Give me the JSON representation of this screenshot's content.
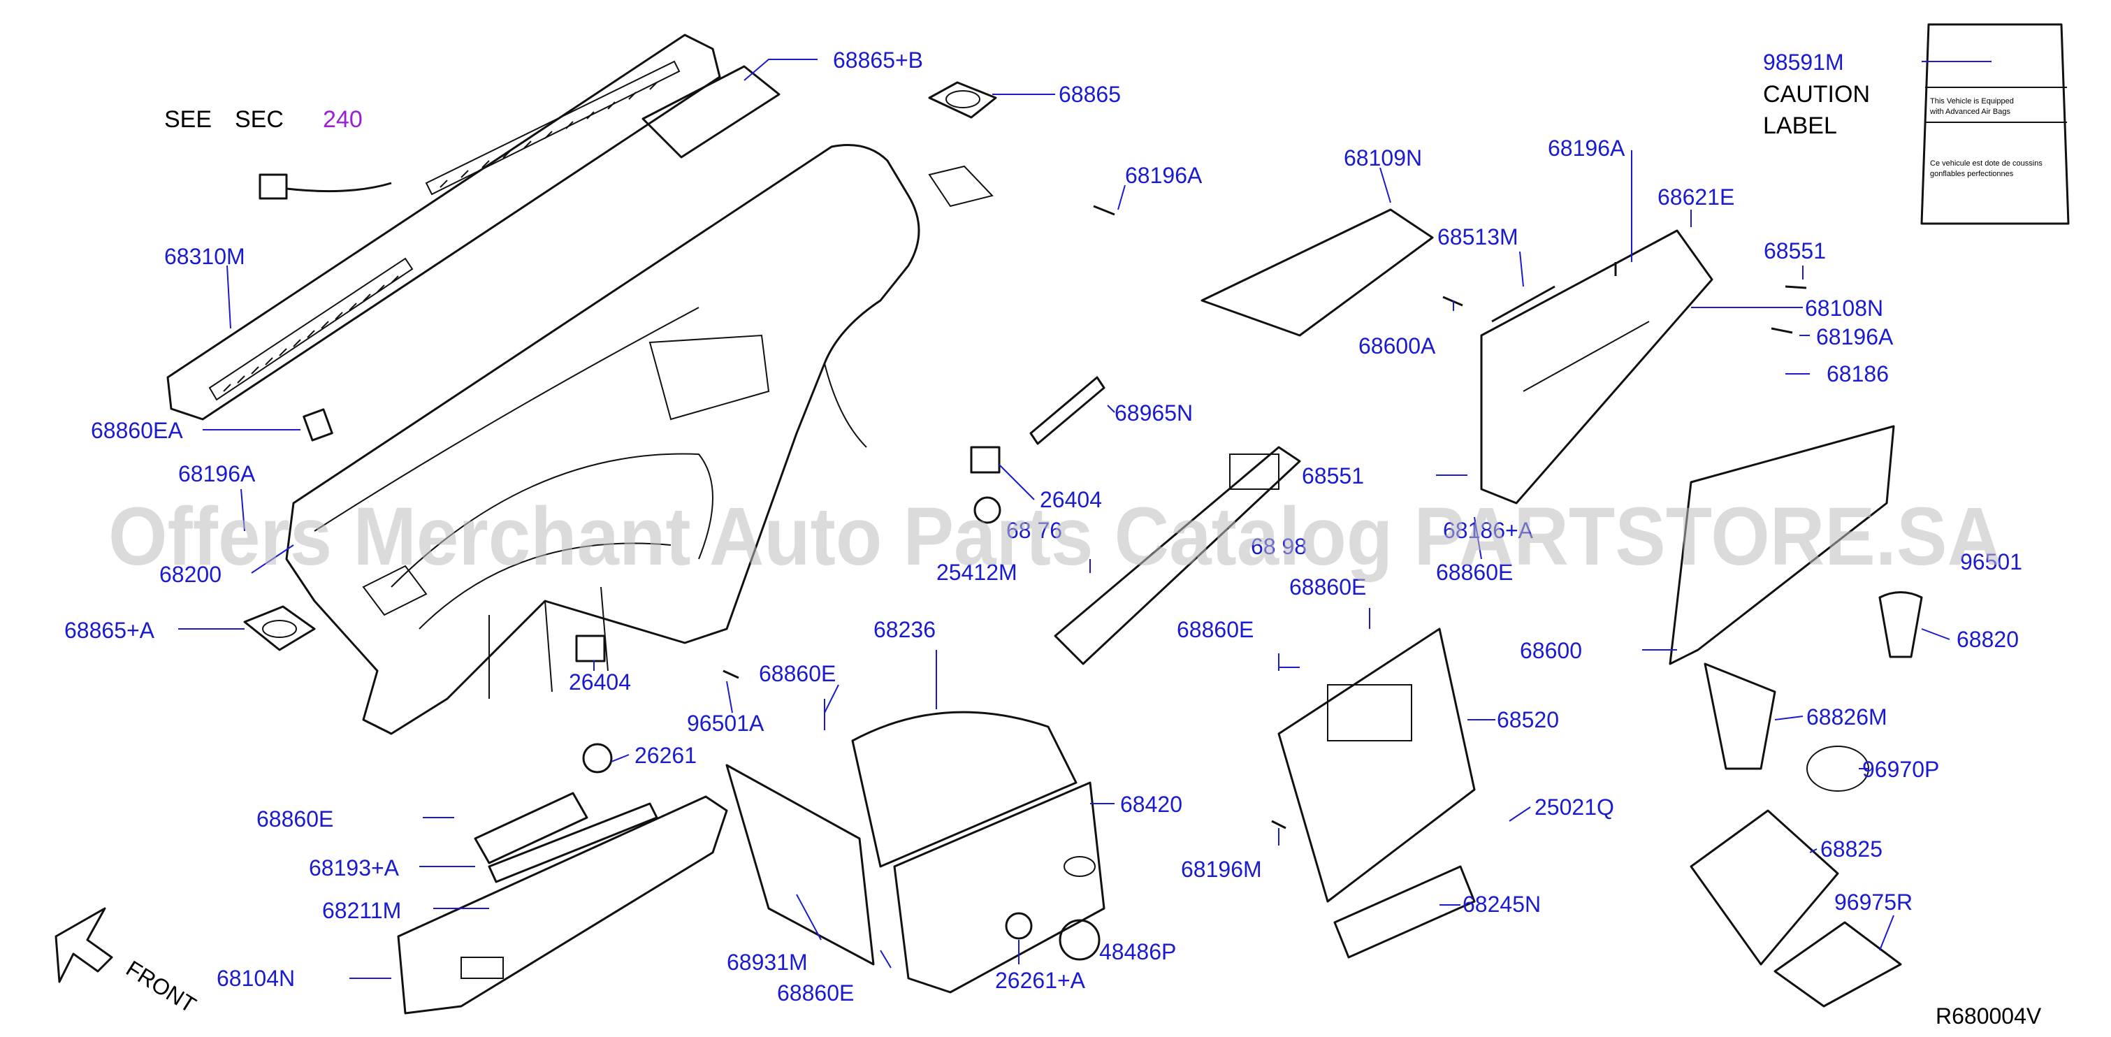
{
  "header": {
    "see_word": "SEE",
    "sec_word": "SEC",
    "sec_number": "240"
  },
  "caution_label": {
    "part_number": "98591M",
    "line1": "CAUTION",
    "line2": "LABEL",
    "text_en_1": "This Vehicle is Equipped",
    "text_en_2": "with Advanced Air Bags",
    "text_fr_1": "Ce vehicule est dote de coussins",
    "text_fr_2": "gonflables perfectionnes"
  },
  "parts": [
    {
      "id": "p-68865-b",
      "text": "68865+B"
    },
    {
      "id": "p-68865",
      "text": "68865"
    },
    {
      "id": "p-68196a-1",
      "text": "68196A"
    },
    {
      "id": "p-68310m",
      "text": "68310M"
    },
    {
      "id": "p-68860ea",
      "text": "68860EA"
    },
    {
      "id": "p-68196a-2",
      "text": "68196A"
    },
    {
      "id": "p-68200",
      "text": "68200"
    },
    {
      "id": "p-68865-a",
      "text": "68865+A"
    },
    {
      "id": "p-26404-1",
      "text": "26404"
    },
    {
      "id": "p-26404-2",
      "text": "26404"
    },
    {
      "id": "p-96501a",
      "text": "96501A"
    },
    {
      "id": "p-26261",
      "text": "26261"
    },
    {
      "id": "p-68860e-1",
      "text": "68860E"
    },
    {
      "id": "p-68193a",
      "text": "68193+A"
    },
    {
      "id": "p-68211m",
      "text": "68211M"
    },
    {
      "id": "p-68104n",
      "text": "68104N"
    },
    {
      "id": "p-68860e-2",
      "text": "68860E"
    },
    {
      "id": "p-68965n",
      "text": "68965N"
    },
    {
      "id": "p-25412m",
      "text": "25412M"
    },
    {
      "id": "p-68236",
      "text": "68236"
    },
    {
      "id": "p-68420",
      "text": "68420"
    },
    {
      "id": "p-68931m",
      "text": "68931M"
    },
    {
      "id": "p-68860e-3",
      "text": "68860E"
    },
    {
      "id": "p-26261-a",
      "text": "26261+A"
    },
    {
      "id": "p-48486p",
      "text": "48486P"
    },
    {
      "id": "p-68109n",
      "text": "68109N"
    },
    {
      "id": "p-68513m",
      "text": "68513M"
    },
    {
      "id": "p-68600a",
      "text": "68600A"
    },
    {
      "id": "p-68551-1",
      "text": "68551"
    },
    {
      "id": "p-68860e-4",
      "text": "68860E"
    },
    {
      "id": "p-68860e-5",
      "text": "68860E"
    },
    {
      "id": "p-68860e-6",
      "text": "68860E"
    },
    {
      "id": "p-68520",
      "text": "68520"
    },
    {
      "id": "p-25021q",
      "text": "25021Q"
    },
    {
      "id": "p-68196m",
      "text": "68196M"
    },
    {
      "id": "p-68245n",
      "text": "68245N"
    },
    {
      "id": "p-68196a-3",
      "text": "68196A"
    },
    {
      "id": "p-68621e",
      "text": "68621E"
    },
    {
      "id": "p-68551-2",
      "text": "68551"
    },
    {
      "id": "p-68108n",
      "text": "68108N"
    },
    {
      "id": "p-68196a-4",
      "text": "68196A"
    },
    {
      "id": "p-68186",
      "text": "68186"
    },
    {
      "id": "p-68600",
      "text": "68600"
    },
    {
      "id": "p-68820",
      "text": "68820"
    },
    {
      "id": "p-68826m",
      "text": "68826M"
    },
    {
      "id": "p-96970p",
      "text": "96970P"
    },
    {
      "id": "p-68825",
      "text": "68825"
    },
    {
      "id": "p-96975r",
      "text": "96975R"
    }
  ],
  "partial_labels": {
    "c1": "68 76",
    "c2": "68 98",
    "c3": "68186+A",
    "c4": "96501"
  },
  "front_label": "FRONT",
  "diagram_ref": "R680004V",
  "watermark": "Offers Merchant Auto Parts Catalog PARTSTORE.SA"
}
